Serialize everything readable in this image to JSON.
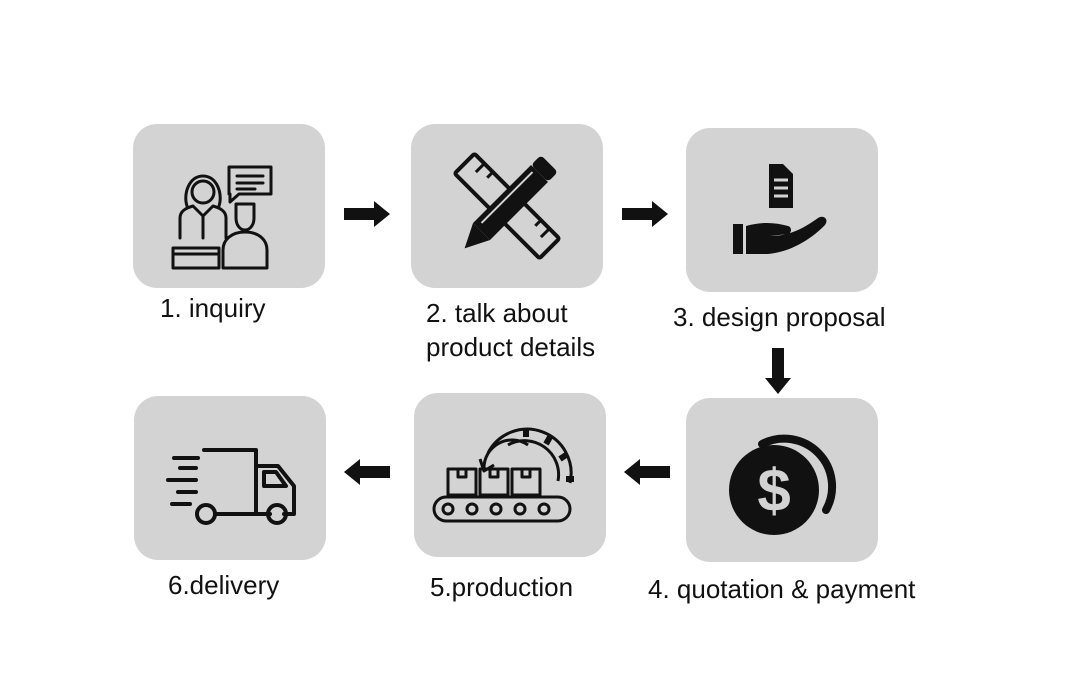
{
  "steps": [
    {
      "label": "1. inquiry",
      "icon": "customer-service-icon"
    },
    {
      "label_line1": "2. talk about",
      "label_line2": "product details",
      "icon": "pencil-ruler-icon"
    },
    {
      "label": "3. design proposal",
      "icon": "document-hand-icon"
    },
    {
      "label": "4. quotation & payment",
      "icon": "dollar-coin-icon"
    },
    {
      "label": "5.production",
      "icon": "conveyor-gear-icon"
    },
    {
      "label": "6.delivery",
      "icon": "delivery-truck-icon"
    }
  ],
  "colors": {
    "box": "#d4d3d3",
    "ink": "#111111",
    "background": "#ffffff"
  }
}
